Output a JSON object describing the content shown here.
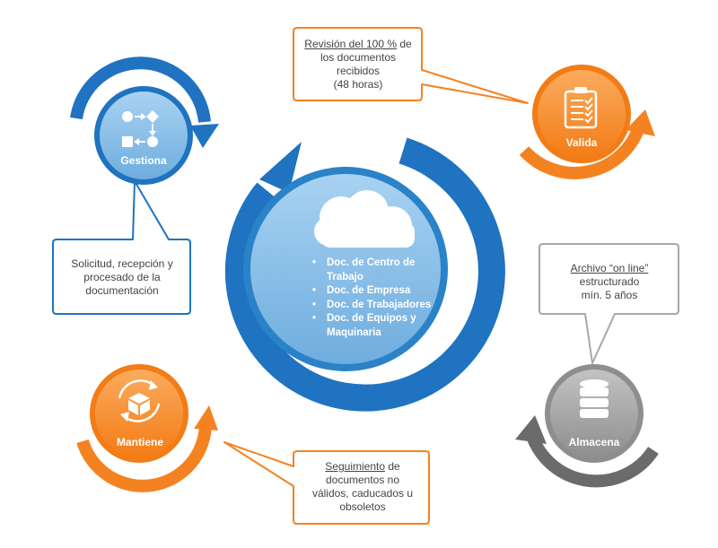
{
  "colors": {
    "blue_dark": "#1f73c0",
    "blue_light": "#8cc0e8",
    "blue_mid": "#6fadde",
    "orange": "#f58220",
    "orange_light": "#fa9a45",
    "gray_dark": "#6b6b6b",
    "gray_light": "#a7a7a7"
  },
  "center": {
    "icon": "cloud-icon",
    "items": [
      "Doc. de Centro de Trabajo",
      "Doc. de Empresa",
      "Doc. de Trabajadores",
      "Doc. de Equipos y Maquinaria"
    ]
  },
  "nodes": {
    "gestiona": {
      "label": "Gestiona",
      "icon": "flowchart-icon"
    },
    "valida": {
      "label": "Valida",
      "icon": "clipboard-checklist-icon"
    },
    "almacena": {
      "label": "Almacena",
      "icon": "database-icon"
    },
    "mantiene": {
      "label": "Mantiene",
      "icon": "box-refresh-icon"
    }
  },
  "callouts": {
    "gestiona": {
      "lines": [
        "Solicitud, recepción y",
        "procesado de la",
        "documentación"
      ]
    },
    "valida": {
      "underlined": "Revisión del 100 %",
      "rest": " de",
      "lines": [
        "los documentos",
        "recibidos",
        "(48 horas)"
      ]
    },
    "almacena": {
      "underlined": "Archivo “on line”",
      "lines": [
        "estructurado",
        "mín. 5 años"
      ]
    },
    "mantiene": {
      "underlined": "Seguimiento",
      "rest": " de",
      "lines": [
        "documentos no",
        "válidos, caducados u",
        "obsoletos"
      ]
    }
  }
}
